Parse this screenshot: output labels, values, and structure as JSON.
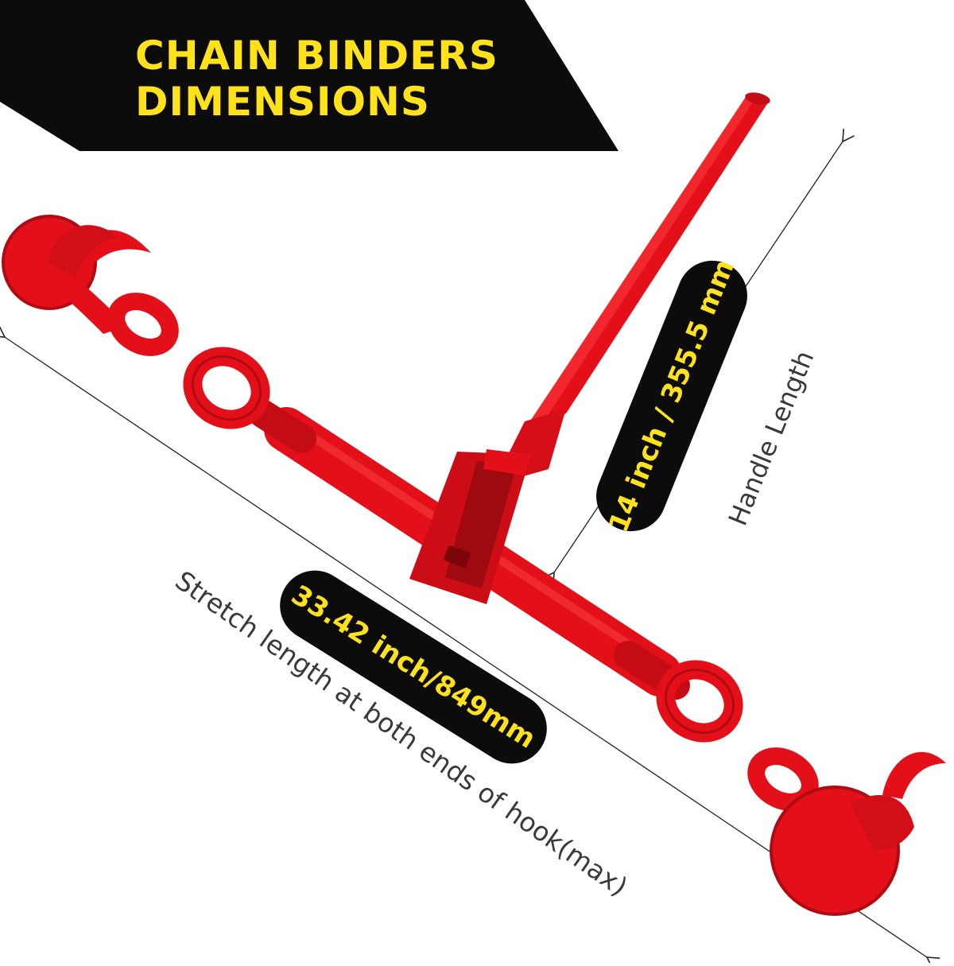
{
  "banner": {
    "line1": "CHAIN BINDERS",
    "line2": "DIMENSIONS"
  },
  "handle_dimension": {
    "value": "14 inch / 355.5 mm",
    "label": "Handle Length"
  },
  "stretch_dimension": {
    "value": "33.42 inch/849mm",
    "label": "Stretch length at both ends of hook(max)"
  },
  "colors": {
    "banner_bg": "#0c0c0c",
    "accent_yellow": "#ffe21a",
    "binder_red": "#e3101a",
    "binder_shadow": "#a80a10",
    "pill_bg": "#0c0c0c",
    "caption_text": "#3a3a3a"
  }
}
